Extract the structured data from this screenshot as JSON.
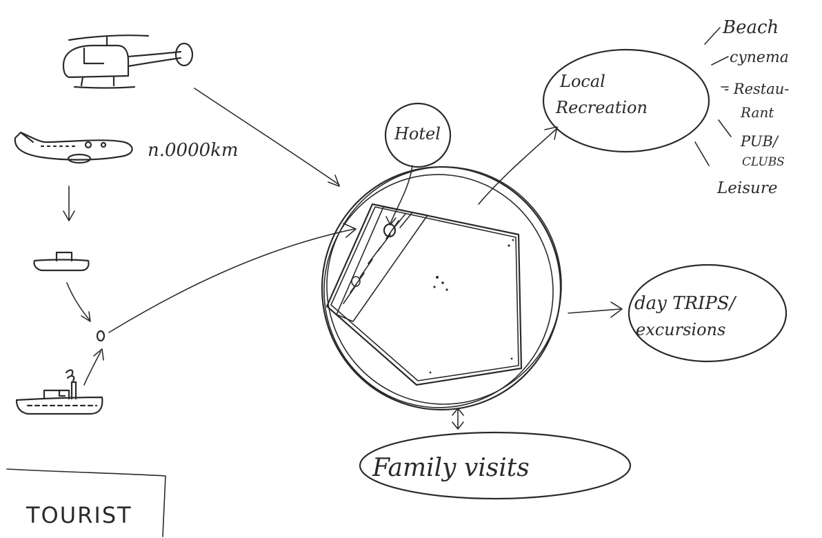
{
  "labels": {
    "hotel": "Hotel",
    "distance": "n.0000km",
    "local_recreation_line1": "Local",
    "local_recreation_line2": "Recreation",
    "beach": "Beach",
    "cinema": "cynema",
    "restaurant_line1": "- Restau-",
    "restaurant_line2": "Rant",
    "pub_line1": "PUB/",
    "pub_line2": "CLUBS",
    "leisure": "Leisure",
    "day_trips_line1": "day TRIPS/",
    "day_trips_line2": "excursions",
    "family_visits": "Family visits",
    "tourist": "TOURIST"
  },
  "icons": [
    "helicopter-icon",
    "airplane-icon",
    "ferry-icon",
    "ship-icon",
    "island-icon"
  ]
}
